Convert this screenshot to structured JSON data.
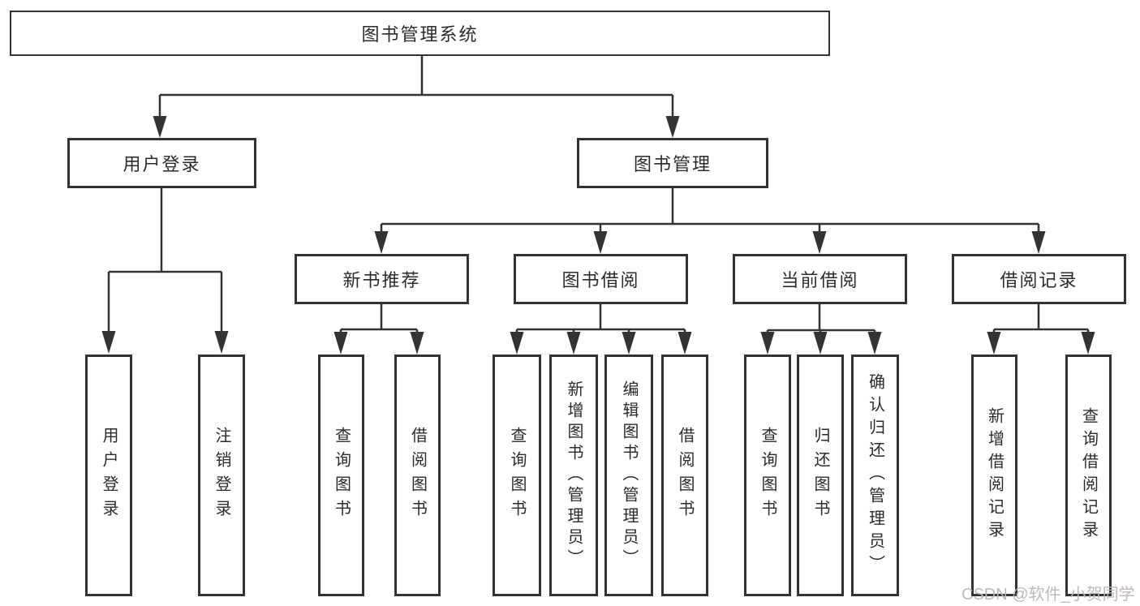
{
  "root": {
    "label": "图书管理系统"
  },
  "level2": [
    {
      "label": "用户登录"
    },
    {
      "label": "图书管理"
    }
  ],
  "level3": [
    {
      "label": "新书推荐"
    },
    {
      "label": "图书借阅"
    },
    {
      "label": "当前借阅"
    },
    {
      "label": "借阅记录"
    }
  ],
  "level4": {
    "user_login": [
      {
        "label": "用户登录"
      },
      {
        "label": "注销登录"
      }
    ],
    "new_book_recommend": [
      {
        "label": "查询图书"
      },
      {
        "label": "借阅图书"
      }
    ],
    "book_borrowing": [
      {
        "label": "查询图书"
      },
      {
        "label": "新增图书（管理员）"
      },
      {
        "label": "编辑图书（管理员）"
      },
      {
        "label": "借阅图书"
      }
    ],
    "current_borrowing": [
      {
        "label": "查询图书"
      },
      {
        "label": "归还图书"
      },
      {
        "label": "确认归还（管理员）"
      }
    ],
    "borrowing_records": [
      {
        "label": "新增借阅记录"
      },
      {
        "label": "查询借阅记录"
      }
    ]
  },
  "watermark": {
    "text": "CSDN @软件_小贺同学"
  },
  "colors": {
    "line": "#333333",
    "text": "#2b2b2b",
    "background": "#ffffff",
    "watermark": "#bdb5b2"
  }
}
